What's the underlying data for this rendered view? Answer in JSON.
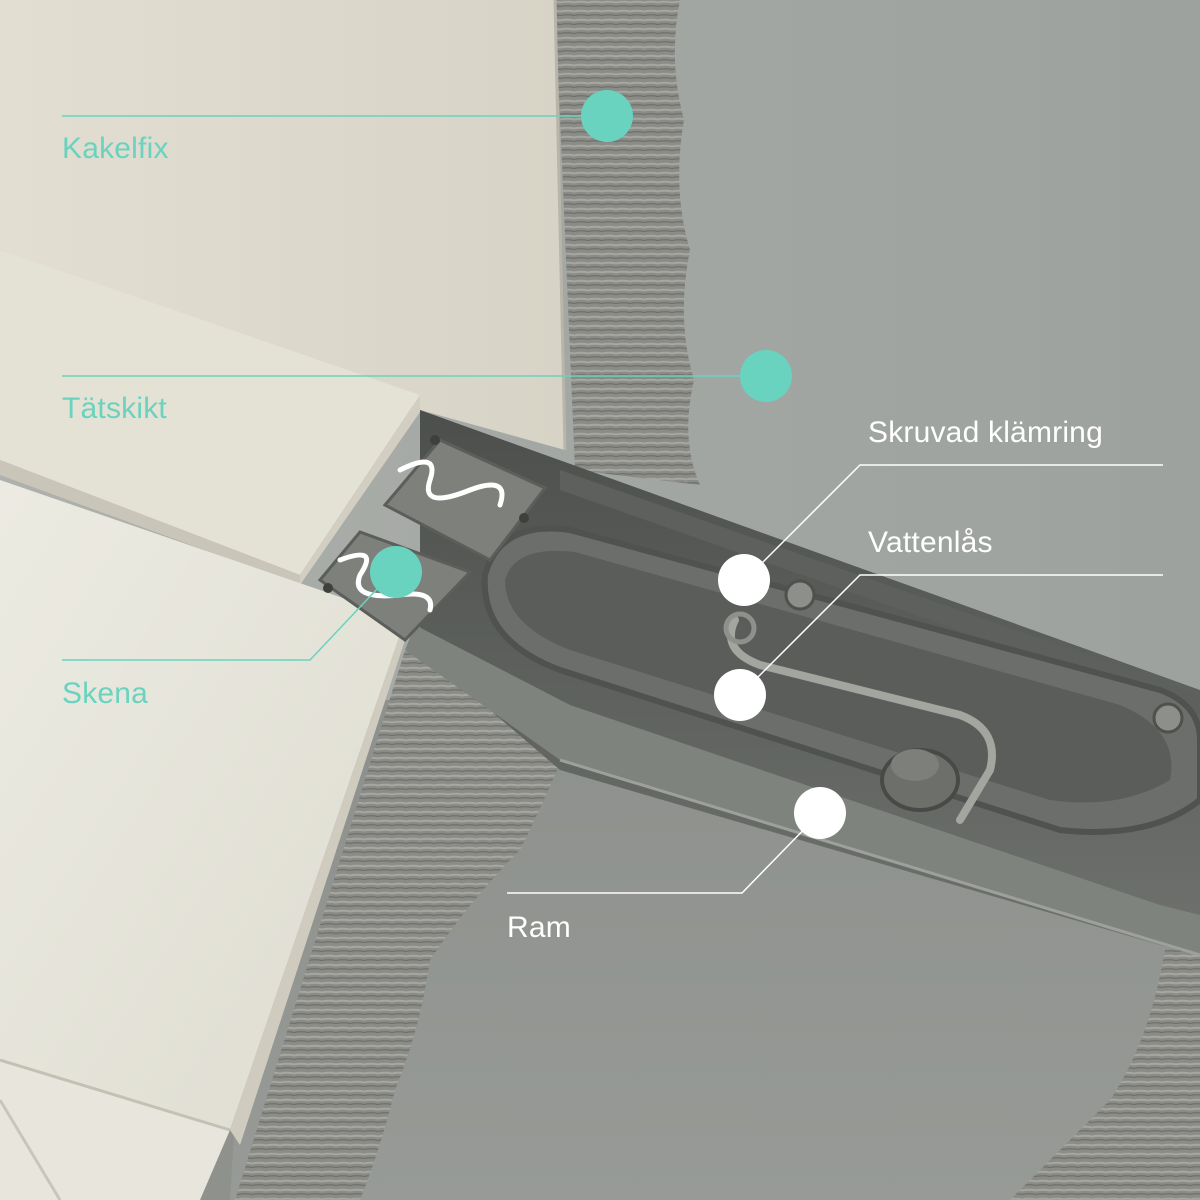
{
  "colors": {
    "teal_accent": "#69d3bf",
    "white_marker": "#ffffff",
    "wall_tile": "#ddd9cc",
    "floor_tile": "#e9e8dd",
    "membrane": "#8f948f",
    "adhesive": "#8a8a85",
    "drain_metal": "#6d706c"
  },
  "callouts": [
    {
      "label": "Kakelfix",
      "marker_color": "#69d3bf",
      "icon": "dot-marker"
    },
    {
      "label": "Tätskikt",
      "marker_color": "#69d3bf",
      "icon": "dot-marker"
    },
    {
      "label": "Skena",
      "marker_color": "#69d3bf",
      "icon": "dot-marker"
    },
    {
      "label": "Skruvad klämring",
      "marker_color": "#ffffff",
      "icon": "dot-marker"
    },
    {
      "label": "Vattenlås",
      "marker_color": "#ffffff",
      "icon": "dot-marker"
    },
    {
      "label": "Ram",
      "marker_color": "#ffffff",
      "icon": "dot-marker"
    }
  ]
}
